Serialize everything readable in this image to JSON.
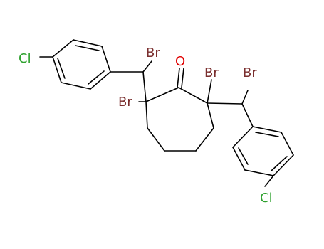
{
  "colors": {
    "background": "#ffffff",
    "bond": "#000000",
    "bromine": "#7a2e2e",
    "chlorine": "#2ea12e",
    "oxygen": "#e00000"
  },
  "atoms": {
    "cl_left": "Cl",
    "br_benzylic_left": "Br",
    "br_ring_left": "Br",
    "o_carbonyl": "O",
    "br_ring_right": "Br",
    "br_benzylic_right": "Br",
    "cl_right": "Cl"
  }
}
